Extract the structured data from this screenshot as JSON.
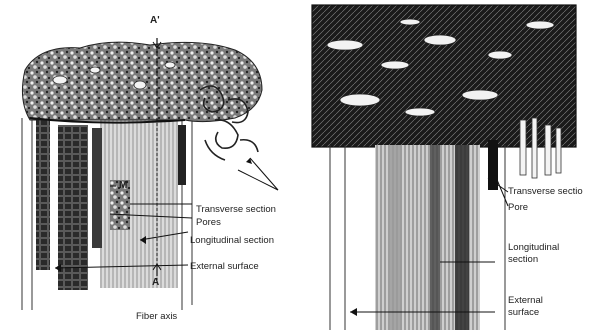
{
  "left_panel": {
    "markers": {
      "top": "A'",
      "bottom": "A",
      "mid": "M"
    },
    "labels": {
      "transverse": "Transverse section",
      "pores": "Pores",
      "longitudinal": "Longitudinal section",
      "external": "External surface",
      "fiber_axis": "Fiber axis"
    }
  },
  "right_panel": {
    "labels": {
      "transverse": "Transverse sectio",
      "pore": "Pore",
      "longitudinal_1": "Longitudinal",
      "longitudinal_2": "section",
      "external_1": "External",
      "external_2": "surface"
    }
  }
}
